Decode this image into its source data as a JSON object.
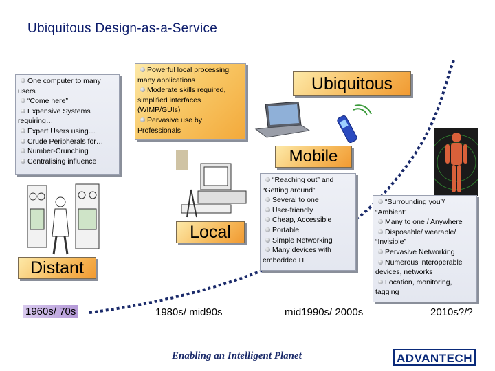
{
  "title": "Ubiquitous Design-as-a-Service",
  "boxes": {
    "distant": [
      "One computer to many users",
      "“Come here”",
      "Expensive Systems requiring…",
      "Expert Users using…",
      "Crude Peripherals for…",
      "Number-Crunching",
      "Centralising influence"
    ],
    "local": [
      "Powerful local processing: many applications",
      "Moderate skills required, simplified interfaces (WIMP/GUIs)",
      "Pervasive use by Professionals"
    ],
    "mobile": [
      "“Reaching out” and “Getting around”",
      "Several to one",
      "User-friendly",
      "Cheap,  Accessible",
      "Portable",
      "Simple Networking",
      "Many devices with embedded IT"
    ],
    "ubiquitous": [
      "“Surrounding you”/ “Ambient”",
      "Many to one / Anywhere",
      "Disposable/ wearable/ “Invisible”",
      "Pervasive Networking",
      "Numerous interoperable devices, networks",
      "Location, monitoring, tagging"
    ]
  },
  "labels": {
    "ubiquitous": "Ubiquitous",
    "mobile": "Mobile",
    "local": "Local",
    "distant": "Distant"
  },
  "eras": [
    "1960s/ 70s",
    "1980s/ mid90s",
    "mid1990s/ 2000s",
    "2010s?/?"
  ],
  "footer": {
    "tagline": "Enabling an Intelligent Planet",
    "logo": "ADVANTECH"
  },
  "icons": [
    "mainframe-operator-illustration",
    "desktop-pc-illustration",
    "laptop-illustration",
    "mobile-phone-illustration",
    "body-scan-illustration"
  ],
  "colors": {
    "title": "#0a1a6a",
    "box_fill": "#f8c866",
    "trend_line": "#1a2a6a"
  }
}
